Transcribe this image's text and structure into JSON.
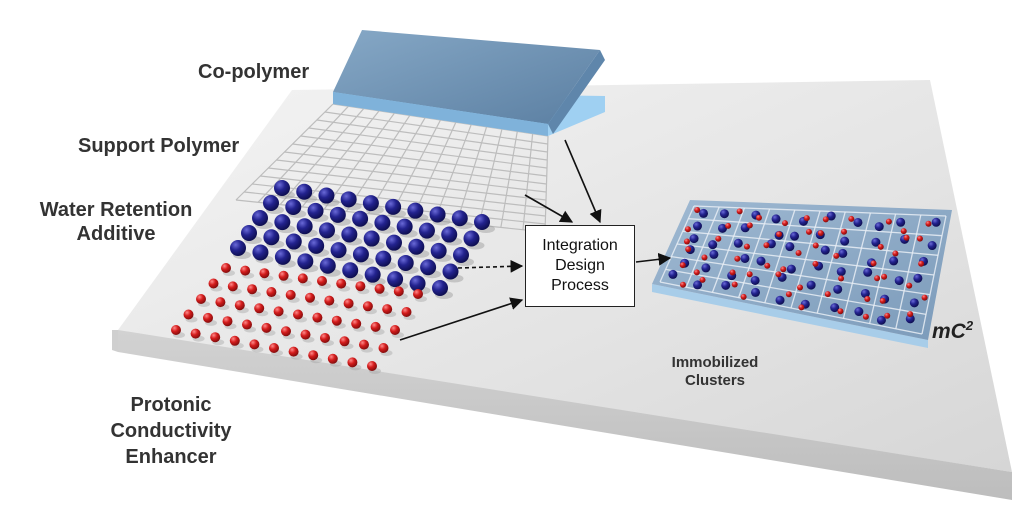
{
  "labels": {
    "copolymer": "Co-polymer",
    "support_polymer": "Support Polymer",
    "water_retention_line1": "Water Retention",
    "water_retention_line2": "Additive",
    "protonic_line1": "Protonic",
    "protonic_line2": "Conductivity",
    "protonic_line3": "Enhancer",
    "process_line1": "Integration",
    "process_line2": "Design",
    "process_line3": "Process",
    "immobilized_line1": "Immobilized",
    "immobilized_line2": "Clusters",
    "mc2_base": "mC",
    "mc2_sup": "2"
  },
  "colors": {
    "platform_top": "#e6e6e6",
    "platform_front": "#c9c9c9",
    "copolymer_top": "#6f93b4",
    "copolymer_edge": "#9cc8ea",
    "blue_sphere": "#1f1f8c",
    "red_sphere": "#d42020",
    "grid_line": "#d8d8d8",
    "arrow": "#111111"
  },
  "icons": {
    "blue_sphere": "water-retention-additive-sphere",
    "red_sphere": "protonic-conductivity-enhancer-sphere"
  }
}
